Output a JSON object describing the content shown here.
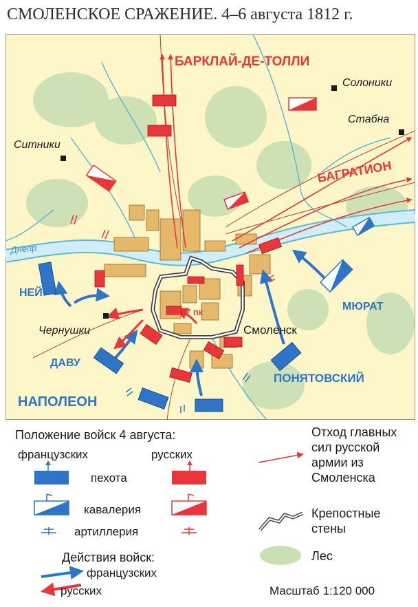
{
  "title": "СМОЛЕНСКОЕ СРАЖЕНИЕ.  4–6 августа 1812 г.",
  "map": {
    "colors": {
      "background": "#fcf6c8",
      "forest": "#c9dfb4",
      "forest_dot": "#8fbf7f",
      "river": "#cfeef7",
      "river_edge": "#5fb7d6",
      "city": "#e6b86a",
      "city_edge": "#8a6a33",
      "french": "#2f74c6",
      "russian": "#e8363b",
      "village": "#1a1a1a"
    },
    "labels": {
      "barclay": "БАРКЛАЙ-ДЕ-ТОЛЛИ",
      "bagration": "БАГРАТИОН",
      "ney": "НЕЙ",
      "murat": "МЮРАТ",
      "davout": "ДАВУ",
      "napoleon": "НАПОЛЕОН",
      "poniatowski": "ПОНЯТОВСКИЙ",
      "smolensk": "Смоленск",
      "solonyky": "Солоники",
      "stabna": "Стабна",
      "sitniki": "Ситники",
      "chernushki": "Чернушки",
      "dnepr": "Днепр",
      "division": "7 пк"
    }
  },
  "legend": {
    "position_heading": "Положение войск 4 августа:",
    "french": "французских",
    "russian": "русских",
    "infantry": "пехота",
    "cavalry": "кавалерия",
    "artillery": "артиллерия",
    "actions_heading": "Действия войск:",
    "actions_french": "французских",
    "actions_russian": "русских",
    "retreat_line1": "Отход главных",
    "retreat_line2": "сил русской",
    "retreat_line3": "армии из",
    "retreat_line4": "Смоленска",
    "walls_line1": "Крепостные",
    "walls_line2": "стены",
    "forest": "Лес",
    "scale": "Масштаб 1:120 000"
  }
}
